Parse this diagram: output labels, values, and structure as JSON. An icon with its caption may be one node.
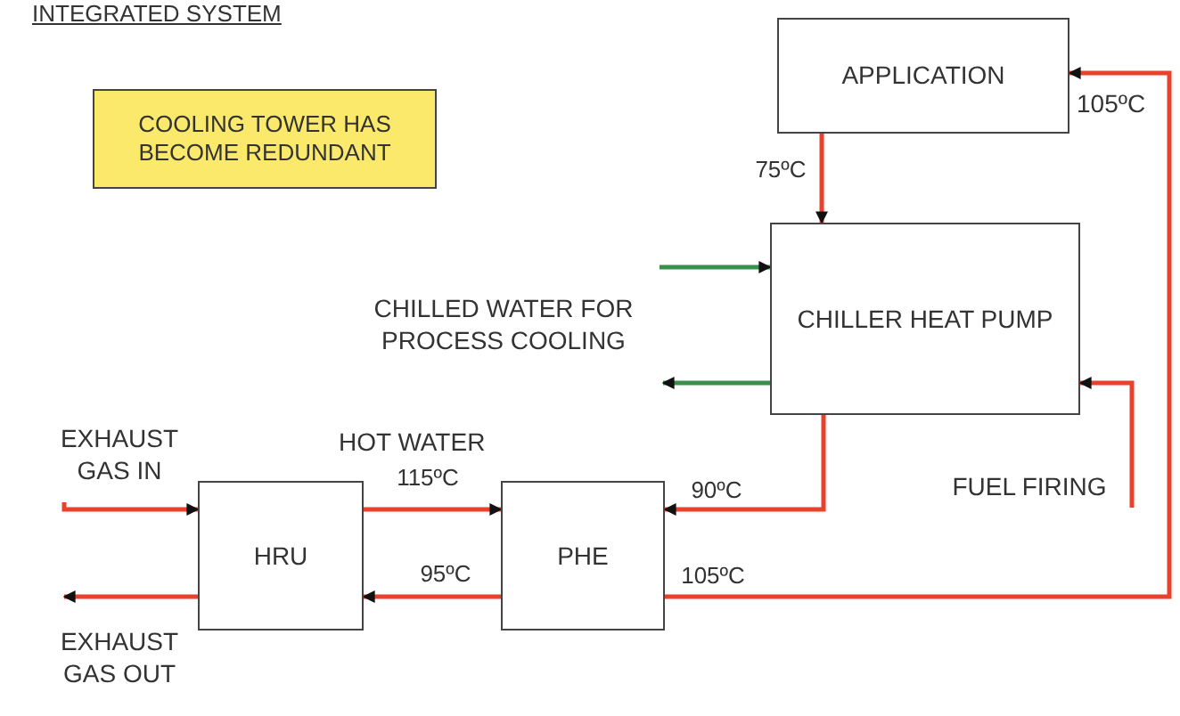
{
  "diagram": {
    "title": "INTEGRATED SYSTEM",
    "nodes": [
      {
        "text": [
          "APPLICATION"
        ]
      },
      {
        "text": [
          "CHILLER HEAT PUMP"
        ]
      },
      {
        "text": [
          "HRU"
        ]
      },
      {
        "text": [
          "PHE"
        ]
      },
      {
        "text": [
          "COOLING TOWER HAS BECOME REDUNDANT"
        ]
      },
      {
        "text": [
          "CHILLED WATER FOR PROCESS COOLING"
        ]
      },
      {
        "text": [
          "EXHAUST GAS IN"
        ]
      },
      {
        "text": [
          "EXHAUST GAS OUT"
        ]
      },
      {
        "text": [
          "FUEL FIRING"
        ]
      }
    ],
    "edges": [
      {
        "from": 0,
        "to": 1,
        "arrow": "to",
        "label": "75ºC"
      },
      {
        "from": 5,
        "to": 1,
        "arrow": "to",
        "color": "#3a8f4a"
      },
      {
        "from": 1,
        "to": 5,
        "arrow": "to",
        "color": "#3a8f4a"
      },
      {
        "from": 1,
        "to": 3,
        "arrow": "to",
        "label": "90ºC"
      },
      {
        "from": 6,
        "to": 2,
        "arrow": "to"
      },
      {
        "from": 2,
        "to": 7,
        "arrow": "to"
      },
      {
        "from": 2,
        "to": 3,
        "arrow": "to",
        "label": "115ºC"
      },
      {
        "from": 3,
        "to": 2,
        "arrow": "to",
        "label": "95ºC"
      },
      {
        "from": 3,
        "to": 0,
        "arrow": "to",
        "label": "105ºC"
      },
      {
        "from": 8,
        "to": 1,
        "arrow": "to"
      }
    ],
    "labels": [
      "105ºC",
      "HOT WATER"
    ]
  }
}
